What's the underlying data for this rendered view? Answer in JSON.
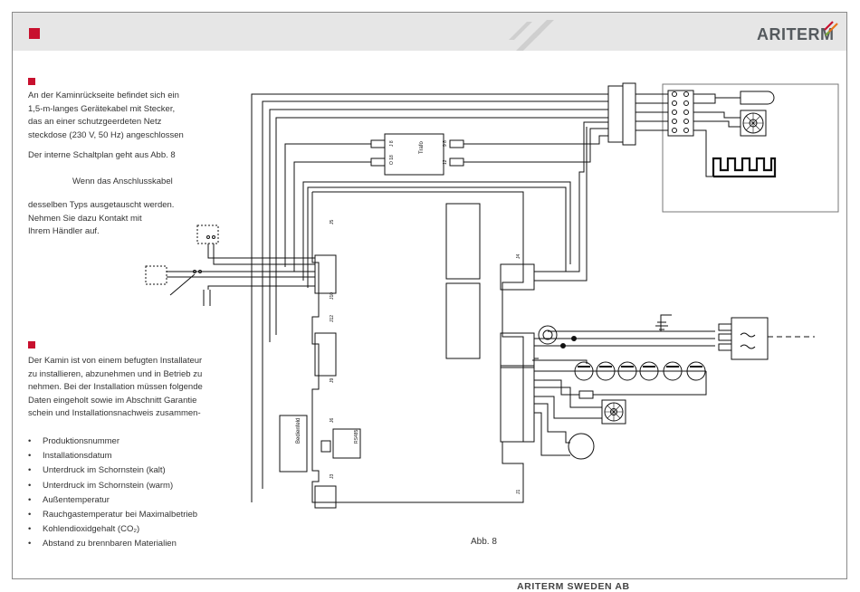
{
  "header": {
    "brand": "ARITERM"
  },
  "section1": {
    "paragraph1": "An der Kaminrückseite befindet sich ein\n1,5-m-langes Gerätekabel mit Stecker,\ndas an einer schutzgeerdeten Netz\nsteckdose (230 V, 50 Hz) angeschlossen",
    "paragraph2": "Der interne Schaltplan geht aus Abb. 8",
    "paragraph3": "Wenn das Anschlusskabel",
    "paragraph4": "desselben Typs ausgetauscht werden.\nNehmen Sie dazu Kontakt mit\nIhrem Händler auf."
  },
  "section2": {
    "paragraph": "Der Kamin ist von einem befugten Installateur\nzu installieren, abzunehmen und in Betrieb zu\nnehmen. Bei der Installation müssen folgende\nDaten eingeholt sowie im Abschnitt Garantie\nschein und Installationsnachweis zusammen-",
    "bullets": [
      "Produktionsnummer",
      "Installationsdatum",
      "Unterdruck im Schornstein (kalt)",
      "Unterdruck im Schornstein (warm)",
      "Außentemperatur",
      "Rauchgastemperatur bei Maximalbetrieb",
      "Kohlendioxidgehalt (CO₂)",
      "Abstand zu brennbaren Materialien"
    ]
  },
  "diagram": {
    "caption": "Abb. 8",
    "trafo_label": "Trafo",
    "panel_label": "Bedienfeld",
    "rs_label": "RS485",
    "connectors": {
      "j1": "J1",
      "j2": "J2",
      "j3": "J3",
      "j4": "J4",
      "j5": "J5",
      "j6": "J6",
      "j9": "J9",
      "j10": "J10",
      "j12": "J12",
      "trafo_pins_left_top": "J 8",
      "trafo_pins_left_bottom": "O 18",
      "trafo_pins_right_top": "9 8",
      "trafo_pins_right_bottom": "12"
    }
  },
  "footer": {
    "company": "ARITERM SWEDEN AB"
  },
  "colors": {
    "accent": "#c8102e",
    "brand_text": "#555a5e",
    "header_band": "#e6e6e6"
  }
}
